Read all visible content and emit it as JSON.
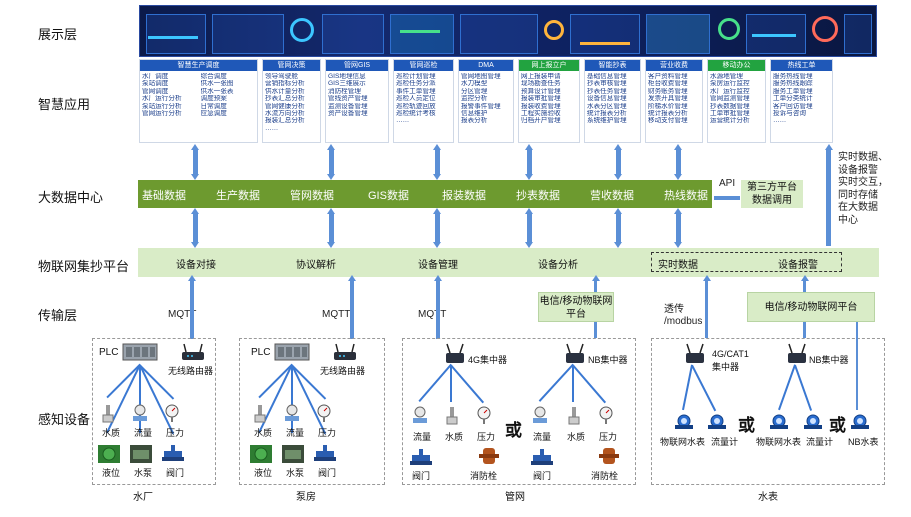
{
  "layers": {
    "display": "展示层",
    "smart_app": "智慧应用",
    "bigdata": "大数据中心",
    "iot": "物联网集抄平台",
    "transport": "传输层",
    "sensing": "感知设备"
  },
  "apps": [
    {
      "title": "智慧生产调度",
      "cols": [
        [
          "水厂调度",
          "泵站调度",
          "管网调度",
          "水厂运行分析",
          "泵站运行分析",
          "管网运行分析"
        ],
        [
          "综合调度",
          "供水一张图",
          "供水一张表",
          "调度预案",
          "日常调度",
          "应急调度"
        ]
      ]
    },
    {
      "title": "管网决策",
      "cols": [
        [
          "领导驾驶舱",
          "营销指标分析",
          "供水计量分析",
          "抄表汇总分析",
          "管网健康分析",
          "水流方向分析",
          "报装汇总分析",
          "……"
        ]
      ]
    },
    {
      "title": "管网GIS",
      "cols": [
        [
          "GIS地理信息",
          "GIS三维展示",
          "消防栓管理",
          "管线资产管理",
          "监测设备管理",
          "资产设备管理"
        ]
      ]
    },
    {
      "title": "管网巡检",
      "cols": [
        [
          "巡检计划管理",
          "巡检任务分派",
          "事件工单管理",
          "巡检人员定位",
          "巡检轨迹回放",
          "巡检统计考核",
          "……"
        ]
      ]
    },
    {
      "title": "DMA",
      "cols": [
        [
          "管网地图管理",
          "水力模型",
          "分区管理",
          "监控分析",
          "报警事件管理",
          "信息维护",
          "报表分析"
        ]
      ]
    },
    {
      "title": "网上报立户",
      "cols": [
        [
          "网上报装申请",
          "现场勘查任务",
          "预算设计管理",
          "报装审批管理",
          "报装收费管理",
          "工程实施验收",
          "归档开户管理"
        ]
      ],
      "green": true
    },
    {
      "title": "智能抄表",
      "cols": [
        [
          "基础信息管理",
          "抄表审核管理",
          "抄表任务管理",
          "设备信息管理",
          "水表分区管理",
          "统计报表分析",
          "系统维护管理"
        ]
      ]
    },
    {
      "title": "营业收费",
      "cols": [
        [
          "客户资料管理",
          "柜台收费管理",
          "财务账务管理",
          "发票开具管理",
          "阶梯水价管理",
          "统计报表分析",
          "移动支付管理"
        ]
      ]
    },
    {
      "title": "移动办公",
      "cols": [
        [
          "水源地管理",
          "泵房运行监控",
          "水厂运行监控",
          "管网监测管理",
          "抄表数据管理",
          "工单审批管理",
          "运营统计分析"
        ]
      ],
      "green": true
    },
    {
      "title": "热线工单",
      "cols": [
        [
          "服务热线管理",
          "服务热线跟踪",
          "服务工单管理",
          "工单分类统计",
          "客户回访管理",
          "投诉与咨询",
          "……"
        ]
      ]
    }
  ],
  "bigdata": {
    "items": [
      "基础数据",
      "生产数据",
      "管网数据",
      "GIS数据",
      "报装数据",
      "抄表数据",
      "营收数据",
      "热线数据"
    ],
    "api": "API",
    "third_party_1": "第三方平台",
    "third_party_2": "数据调用"
  },
  "right_note": [
    "实时数据、",
    "设备报警",
    "实时交互，",
    "同时存储",
    "在大数据",
    "中心"
  ],
  "iot": {
    "items": [
      "设备对接",
      "协议解析",
      "设备管理",
      "设备分析",
      "实时数据",
      "设备报警"
    ]
  },
  "transport": {
    "mqtt_1": "MQTT",
    "mqtt_2": "MQTT",
    "mqtt_3": "MQTT",
    "telecom_1": "电信/移动物联网平台",
    "telecom_2": "电信/移动物联网平台",
    "passthrough": "透传",
    "modbus": "/modbus"
  },
  "groups": {
    "waterworks": {
      "label": "水厂",
      "plc": "PLC",
      "router": "无线路由器",
      "sensors": [
        "水质",
        "流量",
        "压力"
      ],
      "devices": [
        "液位",
        "水泵",
        "阀门"
      ]
    },
    "pump_room": {
      "label": "泵房",
      "plc": "PLC",
      "router": "无线路由器",
      "sensors": [
        "水质",
        "流量",
        "压力"
      ],
      "devices": [
        "液位",
        "水泵",
        "阀门"
      ]
    },
    "pipe_network": {
      "label": "管网",
      "hub_4g": "4G集中器",
      "hub_nb": "NB集中器",
      "left_sensors": [
        "流量",
        "水质",
        "压力"
      ],
      "left_devices": [
        "阀门",
        "消防栓"
      ],
      "right_sensors": [
        "流量",
        "水质",
        "压力"
      ],
      "right_devices": [
        "阀门",
        "消防栓"
      ],
      "or": "或"
    },
    "meters": {
      "label": "水表",
      "hub_cat1": "4G/CAT1",
      "hub_cat1_2": "集中器",
      "hub_nb": "NB集中器",
      "left": [
        "物联网水表",
        "流量计"
      ],
      "right": [
        "物联网水表",
        "流量计"
      ],
      "nb_meter": "NB水表",
      "or": "或"
    }
  }
}
